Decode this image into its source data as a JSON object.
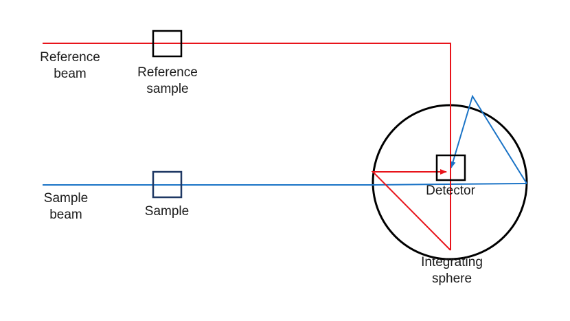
{
  "labels": {
    "reference_beam": [
      "Reference",
      "beam"
    ],
    "reference_sample": [
      "Reference",
      "sample"
    ],
    "sample_beam": [
      "Sample",
      "beam"
    ],
    "sample": "Sample",
    "detector": "Detector",
    "integrating_sphere": [
      "Integrating",
      "sphere"
    ]
  },
  "colors": {
    "reference_beam": "#e8141b",
    "sample_beam": "#1a73c6",
    "outline": "#000000",
    "sample_box": "#1f3864"
  }
}
